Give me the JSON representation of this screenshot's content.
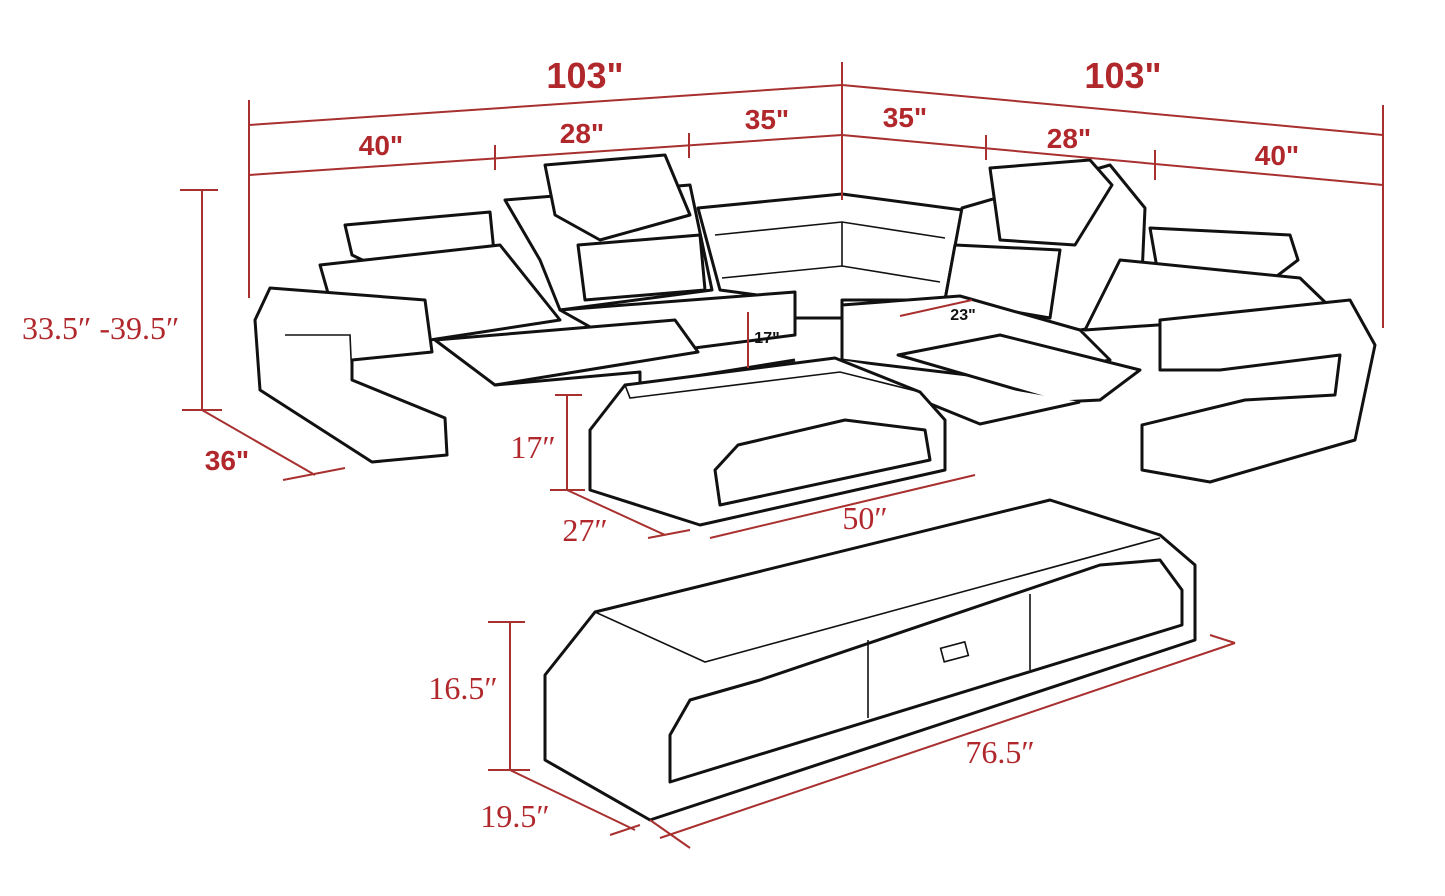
{
  "diagram": {
    "colors": {
      "dimension": "#b0282c",
      "outline": "#111111",
      "background": "#ffffff"
    },
    "sofa": {
      "left_total": "103\"",
      "right_total": "103\"",
      "left_segments": [
        "40\"",
        "28\"",
        "35\""
      ],
      "right_segments": [
        "35\"",
        "28\"",
        "40\""
      ],
      "height": "33.5″ -39.5″",
      "depth": "36\"",
      "seat_height": "17\"",
      "seat_depth": "23\""
    },
    "coffee_table": {
      "height": "17″",
      "depth": "27″",
      "width": "50″"
    },
    "tv_stand": {
      "height": "16.5″",
      "width": "76.5″",
      "depth": "19.5″"
    }
  }
}
